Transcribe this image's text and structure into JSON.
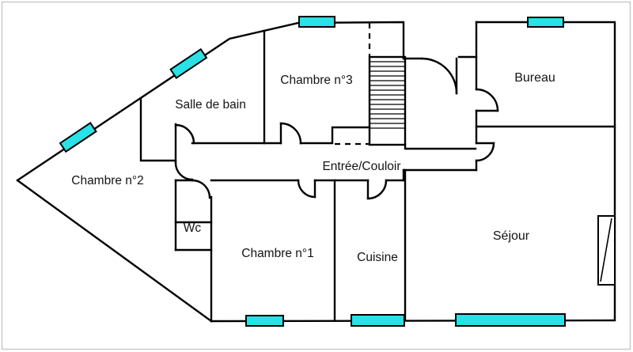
{
  "plan": {
    "type": "floor-plan",
    "language": "fr"
  },
  "colors": {
    "window_fill": "#29e1e6",
    "wall": "#000000",
    "frame": "#c9c9c9",
    "background": "#ffffff",
    "text": "#141414"
  },
  "rooms": [
    {
      "id": "chambre-2",
      "label": "Chambre n°2"
    },
    {
      "id": "salle-de-bain",
      "label": "Salle de bain"
    },
    {
      "id": "chambre-3",
      "label": "Chambre n°3"
    },
    {
      "id": "bureau",
      "label": "Bureau"
    },
    {
      "id": "entree-couloir",
      "label": "Entrée/Couloir"
    },
    {
      "id": "wc",
      "label": "Wc"
    },
    {
      "id": "chambre-1",
      "label": "Chambre n°1"
    },
    {
      "id": "cuisine",
      "label": "Cuisine"
    },
    {
      "id": "sejour",
      "label": "Séjour"
    }
  ],
  "features": {
    "windows": {
      "count": 7,
      "color": "#29e1e6"
    },
    "staircase": {
      "present": true,
      "style": "hatched"
    },
    "doors": {
      "count": 9,
      "symbol": "quarter-arc-swing"
    }
  }
}
